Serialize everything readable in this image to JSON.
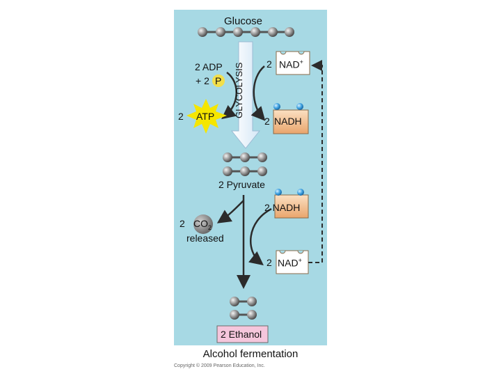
{
  "diagram": {
    "title": "Glucose",
    "glycolysis_label": "GLYCOLYSIS",
    "adp_line1": "2 ADP",
    "adp_line2_prefix": "+ 2",
    "phosphate": "P",
    "atp_coef": "2",
    "atp": "ATP",
    "nad_top_coef": "2",
    "nad_top": "NAD",
    "nadh_top_coef": "2",
    "nadh_top": "NADH",
    "pyruvate": "2 Pyruvate",
    "nadh_mid": "2 NADH",
    "co2_coef": "2",
    "co2": "CO",
    "co2_sub": "2",
    "released": "released",
    "nad_bottom_coef": "2",
    "nad_bottom": "NAD",
    "plus": "+",
    "ethanol": "2 Ethanol",
    "caption": "Alcohol fermentation",
    "copyright": "Copyright © 2009 Pearson Education, Inc."
  },
  "colors": {
    "panel": "#a7d9e4",
    "atp_star": "#f5e600",
    "phosphate": "#f2df4a",
    "nad_box": "#f3c79a",
    "co2_ball": "#9a9a9a",
    "ethanol_box": "#f5c6dc",
    "glycolysis_arrow": "#e9f3fb"
  }
}
